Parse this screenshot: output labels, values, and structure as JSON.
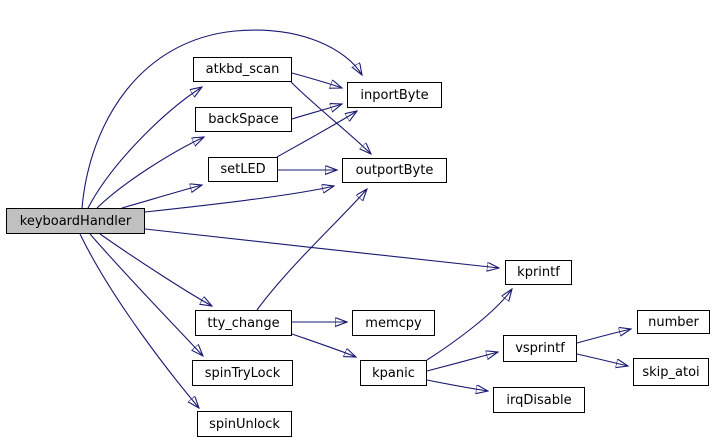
{
  "diagram": {
    "type": "call-graph",
    "root": "keyboardHandler",
    "colors": {
      "edge": "#191970",
      "node_border": "#000000",
      "node_fill": "#ffffff",
      "root_fill": "#c0c0c0",
      "background": "#ffffff",
      "text": "#000000"
    },
    "nodes": [
      {
        "id": "keyboardHandler",
        "label": "keyboardHandler",
        "root": true
      },
      {
        "id": "atkbd_scan",
        "label": "atkbd_scan"
      },
      {
        "id": "backSpace",
        "label": "backSpace"
      },
      {
        "id": "setLED",
        "label": "setLED"
      },
      {
        "id": "inportByte",
        "label": "inportByte"
      },
      {
        "id": "outportByte",
        "label": "outportByte"
      },
      {
        "id": "kprintf",
        "label": "kprintf"
      },
      {
        "id": "tty_change",
        "label": "tty_change"
      },
      {
        "id": "memcpy",
        "label": "memcpy"
      },
      {
        "id": "spinTryLock",
        "label": "spinTryLock"
      },
      {
        "id": "spinUnlock",
        "label": "spinUnlock"
      },
      {
        "id": "kpanic",
        "label": "kpanic"
      },
      {
        "id": "vsprintf",
        "label": "vsprintf"
      },
      {
        "id": "irqDisable",
        "label": "irqDisable"
      },
      {
        "id": "number",
        "label": "number"
      },
      {
        "id": "skip_atoi",
        "label": "skip_atoi"
      }
    ],
    "edges": [
      {
        "from": "keyboardHandler",
        "to": "atkbd_scan"
      },
      {
        "from": "keyboardHandler",
        "to": "backSpace"
      },
      {
        "from": "keyboardHandler",
        "to": "setLED"
      },
      {
        "from": "keyboardHandler",
        "to": "inportByte"
      },
      {
        "from": "keyboardHandler",
        "to": "outportByte"
      },
      {
        "from": "keyboardHandler",
        "to": "kprintf"
      },
      {
        "from": "keyboardHandler",
        "to": "tty_change"
      },
      {
        "from": "keyboardHandler",
        "to": "spinTryLock"
      },
      {
        "from": "keyboardHandler",
        "to": "spinUnlock"
      },
      {
        "from": "atkbd_scan",
        "to": "inportByte"
      },
      {
        "from": "atkbd_scan",
        "to": "outportByte"
      },
      {
        "from": "backSpace",
        "to": "inportByte"
      },
      {
        "from": "setLED",
        "to": "inportByte"
      },
      {
        "from": "setLED",
        "to": "outportByte"
      },
      {
        "from": "tty_change",
        "to": "memcpy"
      },
      {
        "from": "tty_change",
        "to": "outportByte"
      },
      {
        "from": "tty_change",
        "to": "kpanic"
      },
      {
        "from": "kpanic",
        "to": "kprintf"
      },
      {
        "from": "kpanic",
        "to": "vsprintf"
      },
      {
        "from": "kpanic",
        "to": "irqDisable"
      },
      {
        "from": "vsprintf",
        "to": "number"
      },
      {
        "from": "vsprintf",
        "to": "skip_atoi"
      }
    ]
  }
}
